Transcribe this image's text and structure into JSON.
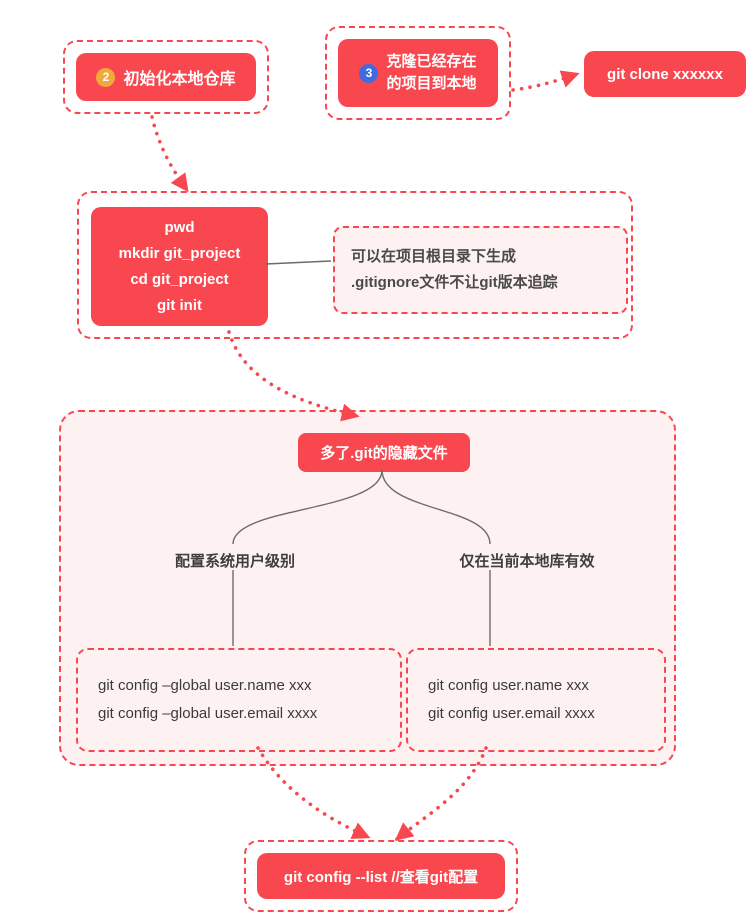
{
  "colors": {
    "accent_red": "#f8474f",
    "pink_background": "#fdf2f1",
    "badge_yellow": "#f2a93b",
    "badge_blue": "#3f6be0",
    "text_dark": "#3a3a3a"
  },
  "diagram": {
    "init_repo": {
      "badge": "2",
      "label": "初始化本地仓库"
    },
    "clone_node": {
      "badge": "3",
      "line1": "克隆已经存在",
      "line2": "的项目到本地"
    },
    "git_clone": {
      "label": "git clone xxxxxx"
    },
    "init_commands": {
      "line1": "pwd",
      "line2": "mkdir git_project",
      "line3": "cd git_project",
      "line4": "git init"
    },
    "gitignore_note": {
      "line1": "可以在项目根目录下生成",
      "line2": ".gitignore文件不让git版本追踪"
    },
    "hidden_git": {
      "label": "多了.git的隐藏文件"
    },
    "branch_left": {
      "label": "配置系统用户级别"
    },
    "branch_right": {
      "label": "仅在当前本地库有效"
    },
    "global_config": {
      "line1": "git config –global user.name xxx",
      "line2": "git config –global user.email xxxx"
    },
    "local_config": {
      "line1": "git config user.name xxx",
      "line2": "git config user.email xxxx"
    },
    "config_list": {
      "label": "git config --list //查看git配置"
    }
  }
}
